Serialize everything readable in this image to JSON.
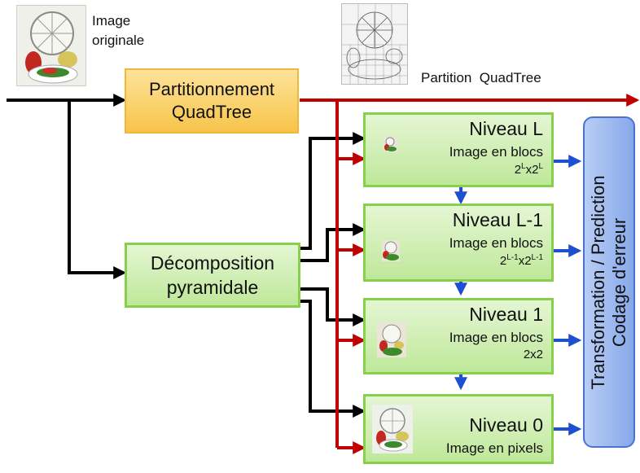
{
  "input_label": [
    "Image",
    "originale"
  ],
  "quadtree_label": "Partition  QuadTree",
  "partition_box": [
    "Partitionnement",
    "QuadTree"
  ],
  "decomposition_box": [
    "Décomposition",
    "pyramidale"
  ],
  "levels": [
    {
      "title": "Niveau L",
      "subtitle": "Image en blocs",
      "dim_base1": "2",
      "dim_exp1": "L",
      "dim_sep": "x",
      "dim_base2": "2",
      "dim_exp2": "L"
    },
    {
      "title": "Niveau L-1",
      "subtitle": "Image en blocs",
      "dim_base1": "2",
      "dim_exp1": "L-1",
      "dim_sep": "x",
      "dim_base2": "2",
      "dim_exp2": "L-1"
    },
    {
      "title": "Niveau 1",
      "subtitle": "Image en blocs",
      "dim_text": "2x2"
    },
    {
      "title": "Niveau 0",
      "subtitle": "Image en pixels"
    }
  ],
  "output_box": [
    "Transformation / Prediction",
    "Codage d'erreur"
  ],
  "colors": {
    "black_arrow": "#000000",
    "red_arrow": "#c00000",
    "blue_arrow": "#1f4fd1",
    "partition_fill": "#f7c44a",
    "green_fill": "#bfe89a",
    "green_border": "#86d04c",
    "output_fill": "#86a8ea"
  },
  "icons": [
    "photo-thumbnail-icon",
    "quadtree-map-icon"
  ]
}
